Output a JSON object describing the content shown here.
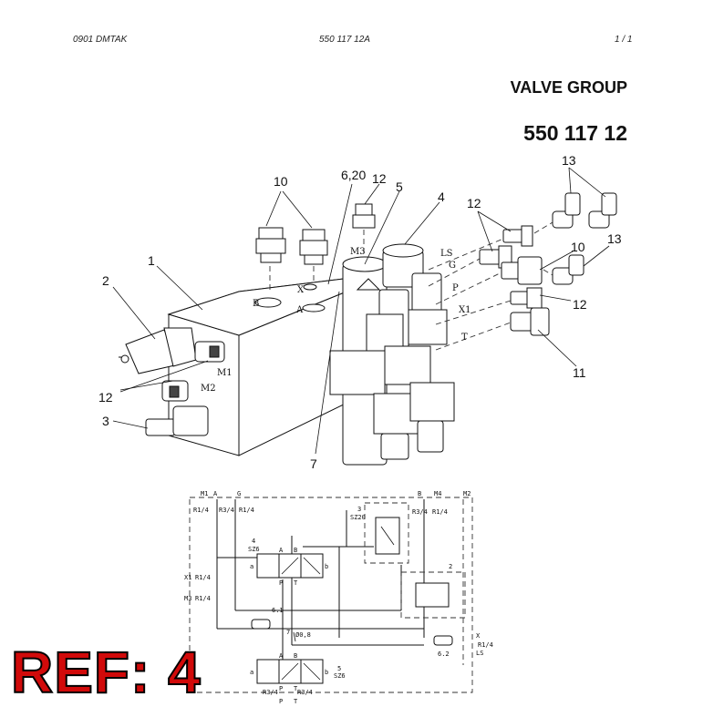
{
  "header": {
    "left": "0901    DMTAK",
    "center": "550 117 12A",
    "right": "1  /  1"
  },
  "title": "VALVE GROUP",
  "part_number": "550 117 12",
  "callouts": {
    "c1": "1",
    "c2": "2",
    "c3": "3",
    "c4": "4",
    "c5": "5",
    "c6_20": "6,20",
    "c7": "7",
    "c10a": "10",
    "c10b": "10",
    "c11": "11",
    "c12a": "12",
    "c12b": "12",
    "c12c": "12",
    "c12d": "12",
    "c13a": "13",
    "c13b": "13"
  },
  "ports": {
    "M3": "M3",
    "X": "X",
    "A": "A",
    "B": "B",
    "M1": "M1",
    "M2": "M2",
    "LS": "LS",
    "G": "G",
    "P": "P",
    "X1": "X1",
    "T": "T"
  },
  "schematic": {
    "M1": "M1",
    "A": "A",
    "G": "G",
    "B": "B",
    "M4": "M4",
    "M2": "M2",
    "r14a": "R1/4",
    "r34a": "R3/4",
    "r14b": "R1/4",
    "r34b": "R3/4",
    "r14c": "R1/4",
    "v3": "3",
    "sz20": "SZ20",
    "v4": "4",
    "sz6a": "SZ6",
    "x1": "X1",
    "r14x1": "R1/4",
    "m3": "M3",
    "r14m3": "R1/4",
    "v2": "2",
    "v61": "6.1",
    "v7": "7",
    "dia": "Ø0,8",
    "x": "X",
    "r14x": "R1/4",
    "v62": "6.2",
    "ls": "LS",
    "v5": "5",
    "sz6b": "SZ6",
    "a": "a",
    "b": "b",
    "a2": "a",
    "b2": "b",
    "pA": "A",
    "pB": "B",
    "pP": "P",
    "pT": "T",
    "pA2": "A",
    "pB2": "B",
    "pP2": "P",
    "pT2": "T",
    "r34p": "R3/4",
    "r34t": "R3/4",
    "P": "P",
    "T": "T"
  },
  "ref_label": "REF: 4"
}
